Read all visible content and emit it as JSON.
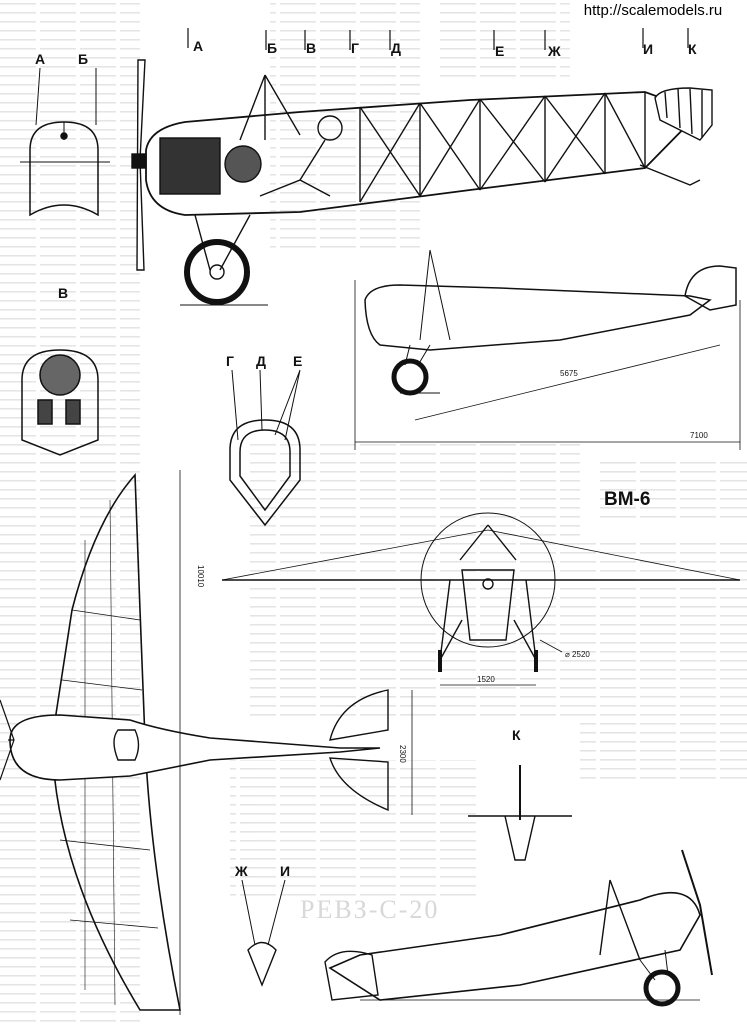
{
  "watermark": "http://scalemodels.ru",
  "title": "BM-6",
  "ghost_text": "РЕВЗ-С-20",
  "section_labels": {
    "A": "А",
    "B": "Б",
    "V": "В",
    "G": "Г",
    "D": "Д",
    "E": "Е",
    "ZH": "Ж",
    "I": "И",
    "K": "К"
  },
  "dimensions": {
    "length_fuselage": "5675",
    "length_overall": "7100",
    "wingspan": "10010",
    "tail_span": "2300",
    "prop_diameter": "⌀ 2520",
    "track": "1520"
  },
  "colors": {
    "ink": "#111111",
    "paper": "#ffffff",
    "text_fade": "#bdbdbd"
  }
}
